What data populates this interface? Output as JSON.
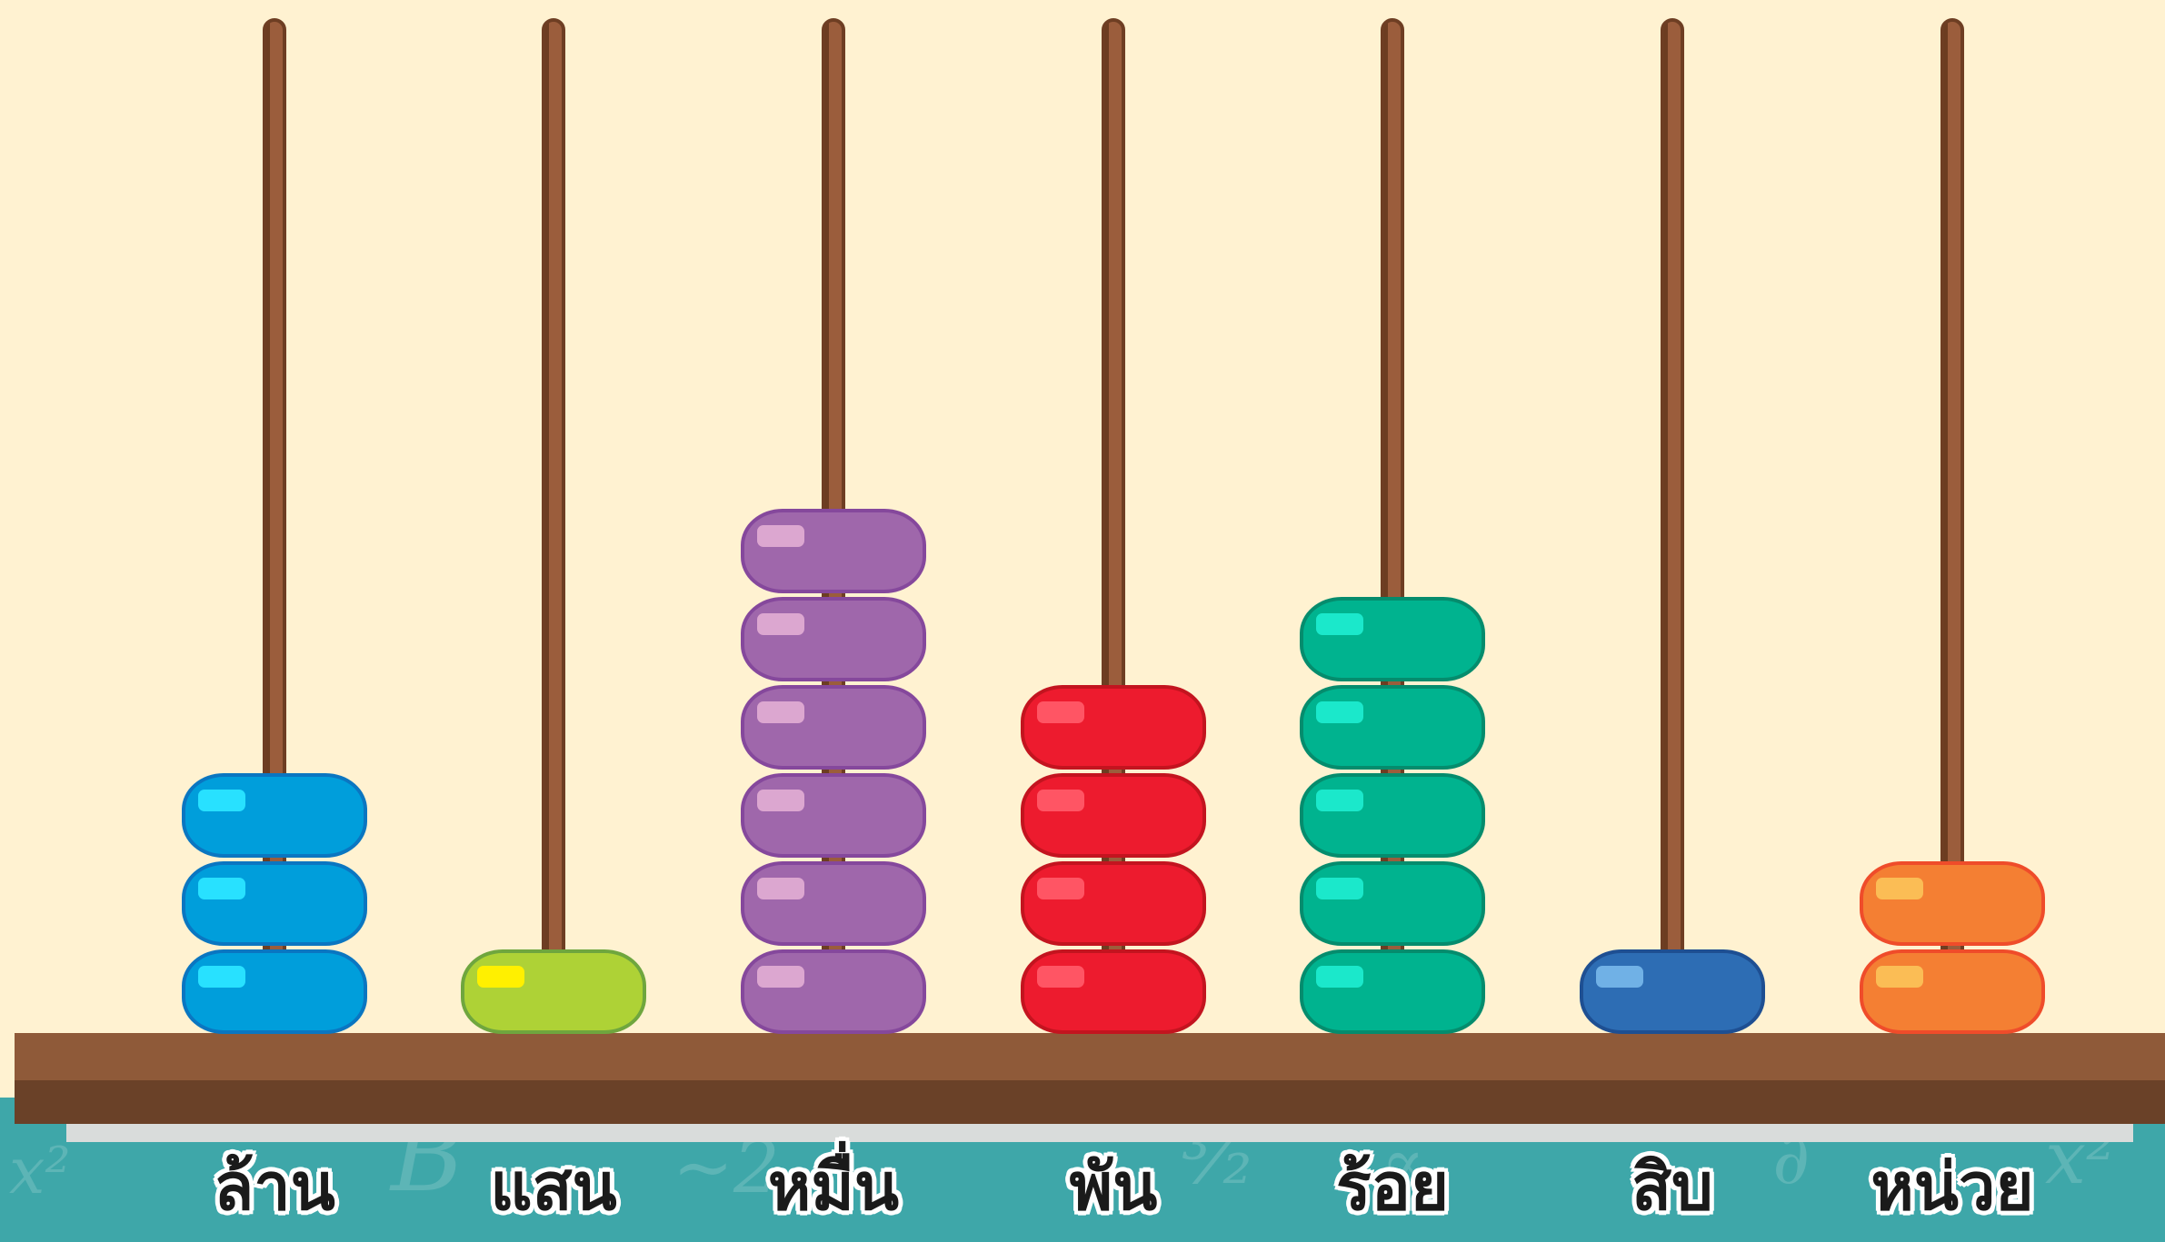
{
  "abacus": {
    "columns": [
      {
        "label": "ล้าน",
        "beads": 3,
        "color": "#009edb",
        "border": "#0a76c1",
        "shine": "#28e1ff"
      },
      {
        "label": "แสน",
        "beads": 1,
        "color": "#aed236",
        "border": "#6fa63e",
        "shine": "#fff000"
      },
      {
        "label": "หมื่น",
        "beads": 6,
        "color": "#9f67ab",
        "border": "#85489c",
        "shine": "#dca7d0"
      },
      {
        "label": "พัน",
        "beads": 4,
        "color": "#ed1b2e",
        "border": "#c3141f",
        "shine": "#ff5564"
      },
      {
        "label": "ร้อย",
        "beads": 5,
        "color": "#00b38f",
        "border": "#058c6d",
        "shine": "#1be8cb"
      },
      {
        "label": "สิบ",
        "beads": 1,
        "color": "#2d6db4",
        "border": "#1e4f92",
        "shine": "#70b1e6"
      },
      {
        "label": "หน่วย",
        "beads": 2,
        "color": "#f47f33",
        "border": "#ef4c2a",
        "shine": "#fbbd55"
      }
    ],
    "colors": {
      "background": "#fff2d1",
      "rod": "#9b5d3c",
      "base": "#8f5a39",
      "band": "#3ea7a9"
    }
  }
}
